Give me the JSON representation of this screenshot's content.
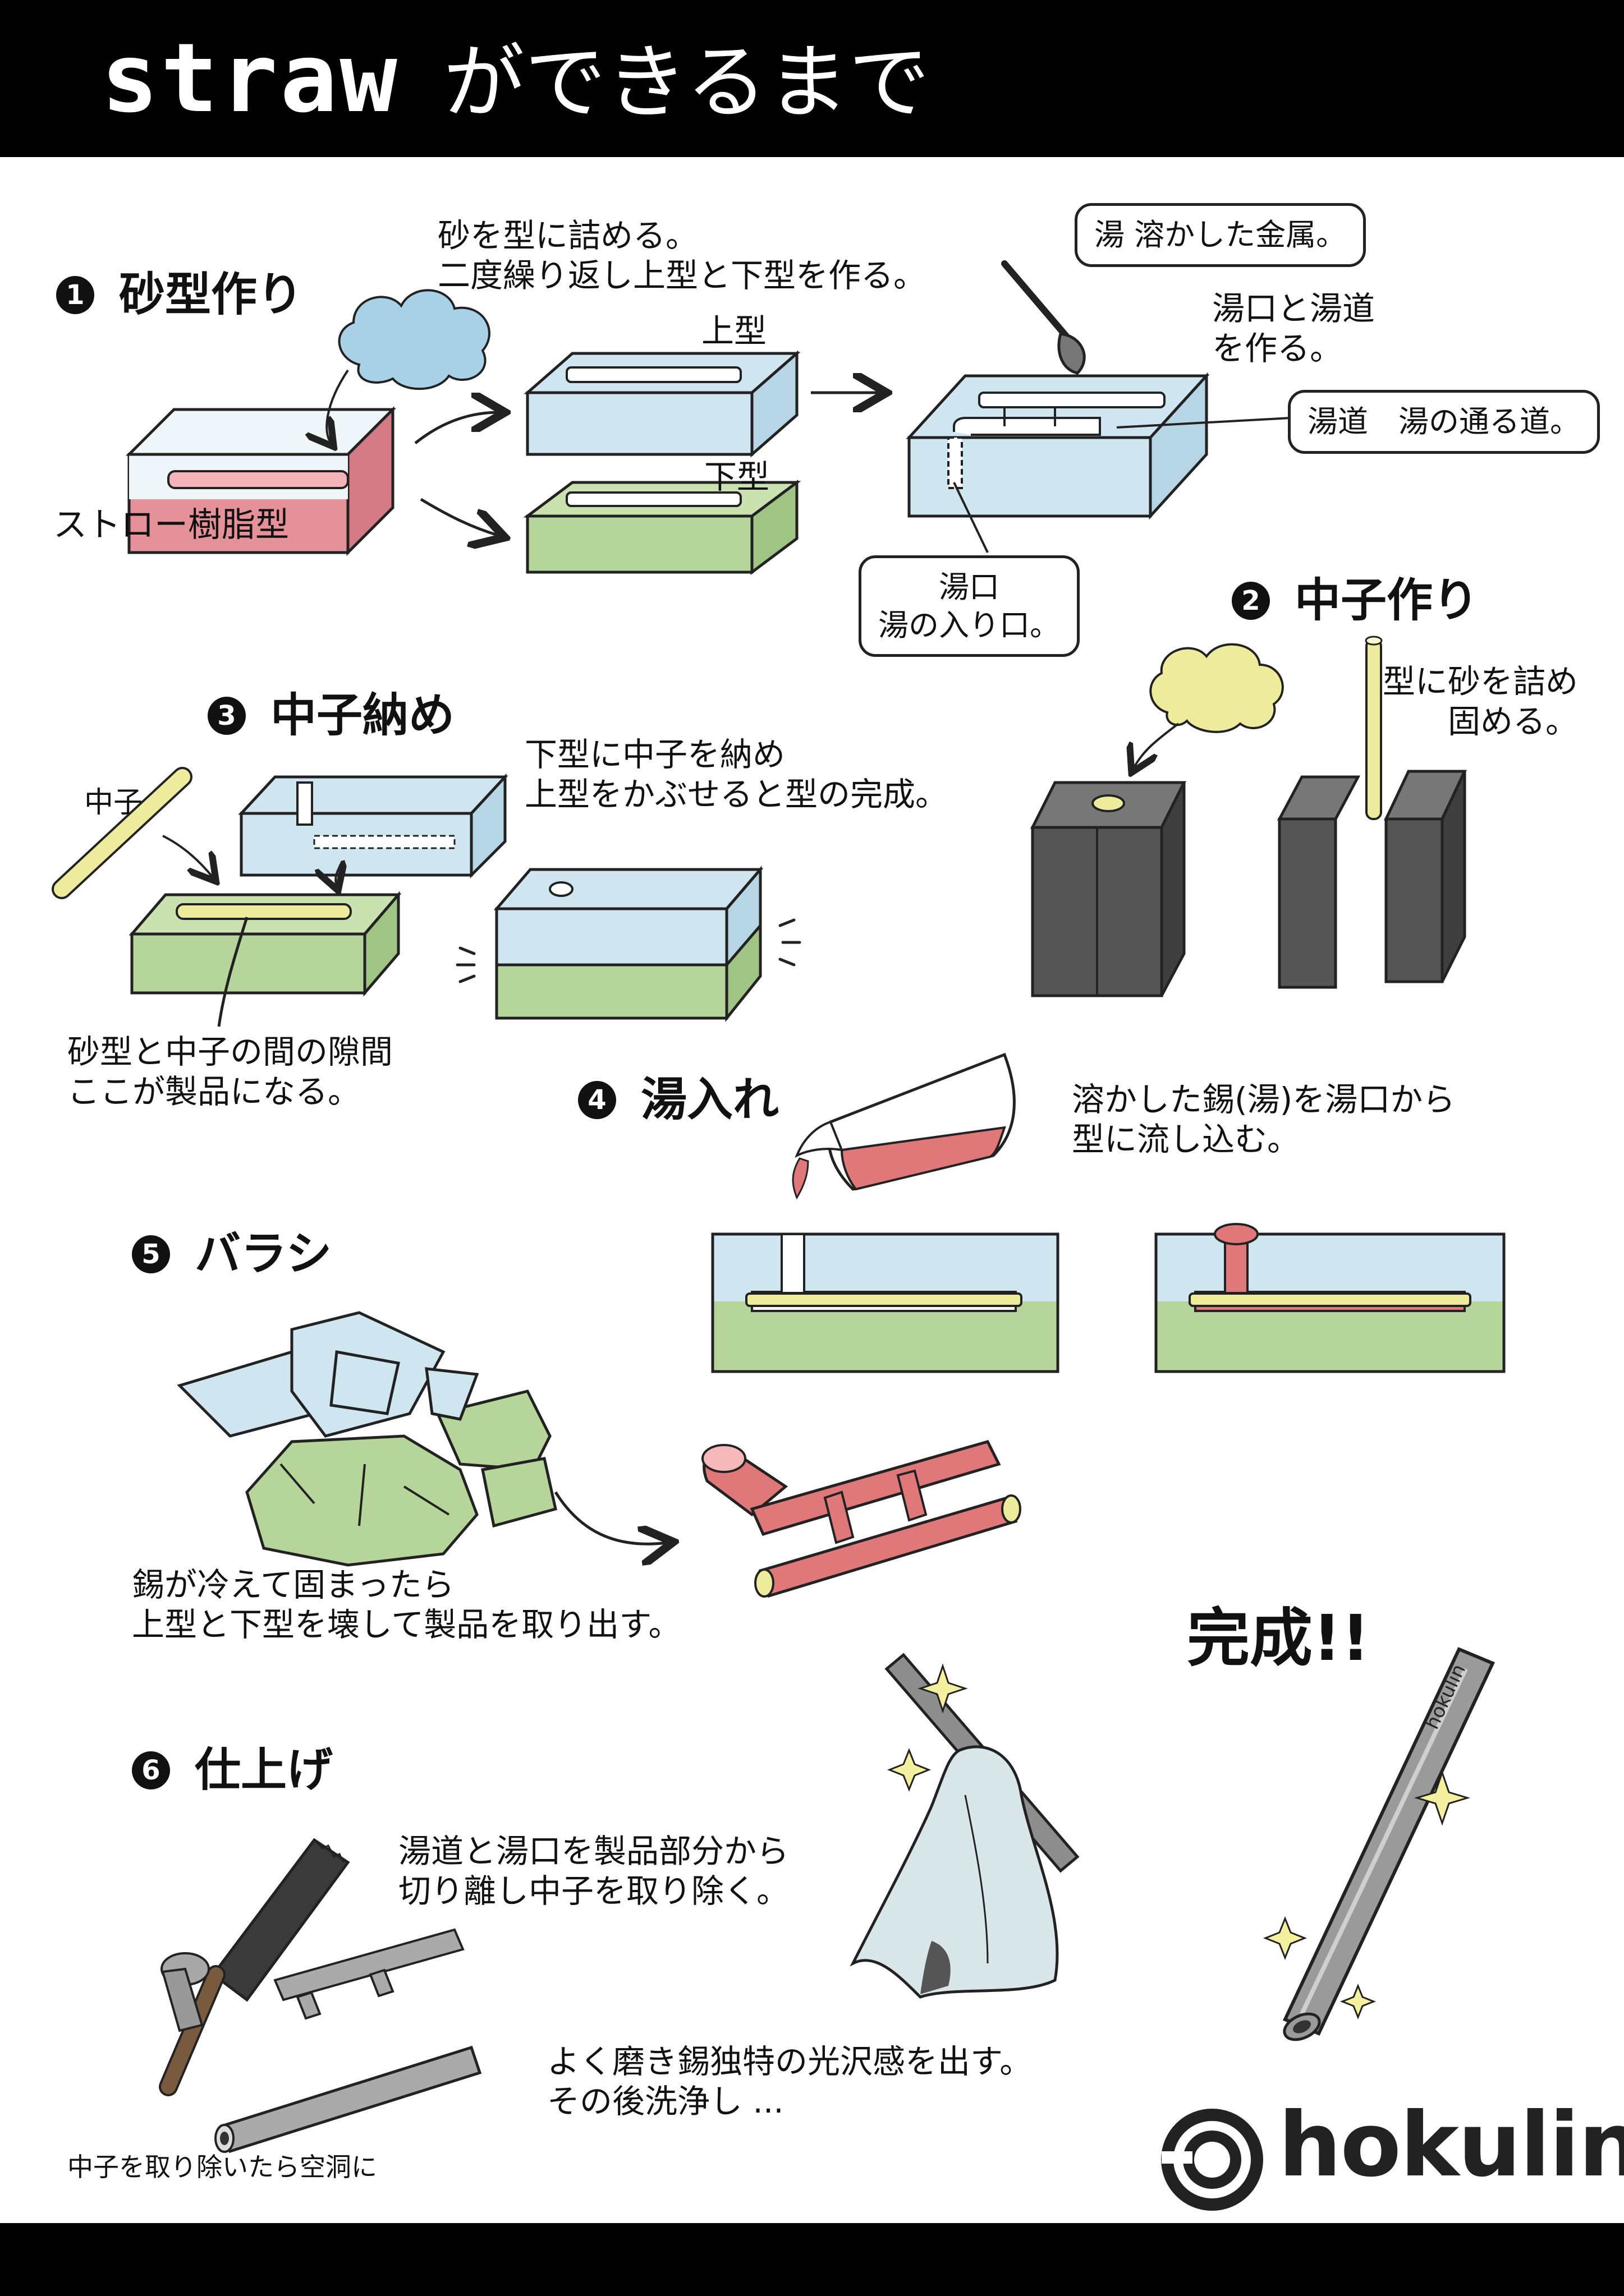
{
  "header": {
    "title_en": "straw",
    "title_ja": "ができるまで"
  },
  "steps": [
    {
      "num": "1",
      "label": "砂型作り"
    },
    {
      "num": "2",
      "label": "中子作り"
    },
    {
      "num": "3",
      "label": "中子納め"
    },
    {
      "num": "4",
      "label": "湯入れ"
    },
    {
      "num": "5",
      "label": "バラシ"
    },
    {
      "num": "6",
      "label": "仕上げ"
    }
  ],
  "step1": {
    "desc": [
      "砂を型に詰める。",
      "二度繰り返し上型と下型を作る。"
    ],
    "resin_label": "ストロー樹脂型",
    "upper": "上型",
    "lower": "下型",
    "yu_bubble": "湯 溶かした金属。",
    "yuguchi_yudo": [
      "湯口と湯道",
      "を作る。"
    ],
    "yudo_bubble": "湯道　湯の通る道。",
    "yuguchi_bubble": [
      "湯口",
      "湯の入り口。"
    ]
  },
  "step2": {
    "desc": [
      "型に砂を詰め",
      "固める。"
    ]
  },
  "step3": {
    "nakago": "中子",
    "desc": [
      "下型に中子を納め",
      "上型をかぶせると型の完成。"
    ],
    "gap": [
      "砂型と中子の間の隙間",
      "ここが製品になる。"
    ]
  },
  "step4": {
    "desc": [
      "溶かした錫(湯)を湯口から",
      "型に流し込む。"
    ]
  },
  "step5": {
    "desc": [
      "錫が冷えて固まったら",
      "上型と下型を壊して製品を取り出す。"
    ]
  },
  "step6": {
    "desc": [
      "湯道と湯口を製品部分から",
      "切り離し中子を取り除く。"
    ],
    "polish": [
      "よく磨き錫独特の光沢感を出す。",
      "その後洗浄し ..."
    ],
    "hollow": "中子を取り除いたら空洞に"
  },
  "done": "完成!!",
  "product_mark": "hokulin",
  "logo": "hokulin",
  "colors": {
    "mold_blue": "#cfe6f0",
    "mold_green": "#b5d59a",
    "resin_pink": "#e5919a",
    "sand_yellow": "#ecec9c",
    "metal_red": "#e0787a",
    "core_gray": "#555555"
  }
}
